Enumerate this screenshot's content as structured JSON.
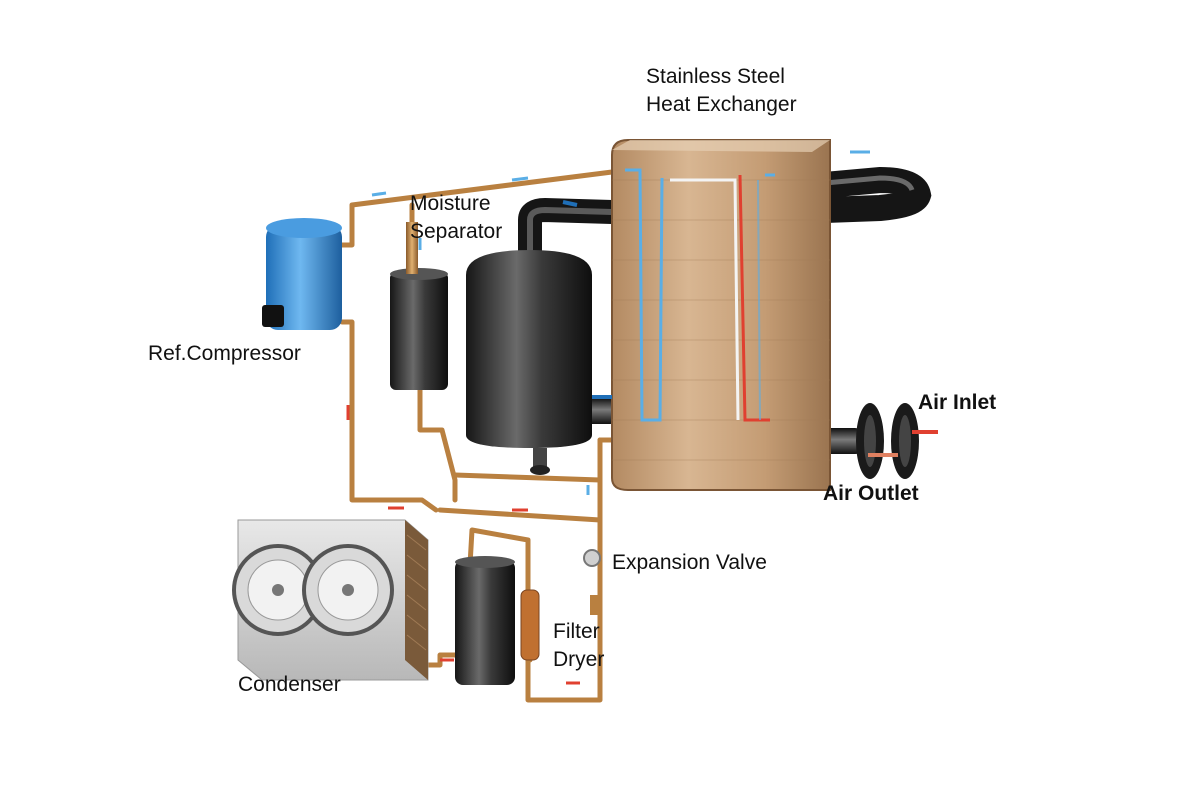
{
  "diagram": {
    "labels": {
      "heat_exchanger": [
        "Stainless Steel",
        "Heat Exchanger"
      ],
      "moisture_separator": [
        "Moisture",
        "Separator"
      ],
      "compressor": "Ref.Compressor",
      "air_inlet": "Air Inlet",
      "air_outlet": "Air Outlet",
      "expansion_valve": "Expansion Valve",
      "filter_dryer": [
        "Filter",
        "Dryer"
      ],
      "condenser": "Condenser"
    },
    "colors": {
      "pipe_copper": "#c08a4a",
      "pipe_copper_dark": "#8a5a2a",
      "hx_body": "#c9a27a",
      "compressor_blue": "#3c8fd6",
      "vessel_dark": "#2a2a2a",
      "flow_cold": "#5aaee6",
      "flow_hot": "#e04030",
      "flow_white": "#f4f4f4"
    }
  }
}
